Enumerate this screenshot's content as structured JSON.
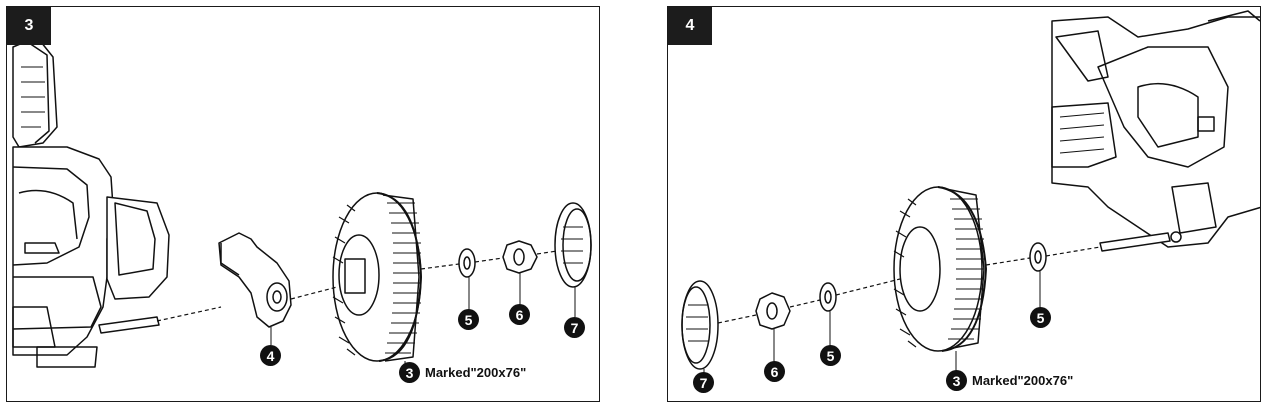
{
  "panels": [
    {
      "step": "3",
      "callouts": {
        "washer": "5",
        "nut": "6",
        "cap": "7",
        "hub": "4",
        "wheel": "3"
      },
      "wheel_note": "Marked\"200x76\""
    },
    {
      "step": "4",
      "callouts": {
        "cap": "7",
        "nut": "6",
        "washer_left": "5",
        "washer_right": "5",
        "wheel": "3"
      },
      "wheel_note": "Marked\"200x76\""
    }
  ]
}
